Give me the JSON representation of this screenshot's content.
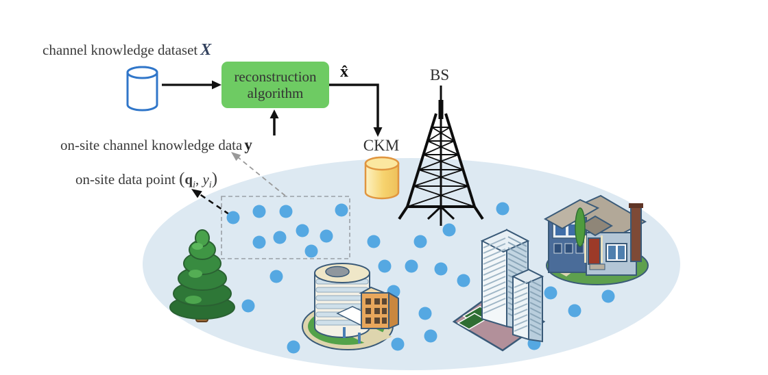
{
  "labels": {
    "dataset": {
      "prefix": "channel knowledge dataset",
      "symbol": "X"
    },
    "algorithm_box": {
      "line1": "reconstruction",
      "line2": "algorithm"
    },
    "output_symbol": "x̂",
    "ckm": "CKM",
    "bs": "BS",
    "onsite_data": {
      "prefix": "on-site channel knowledge data",
      "symbol": "y"
    },
    "onsite_point": {
      "prefix": "on-site data point",
      "open": "(",
      "q": "q",
      "q_sub": "i",
      "comma": ", ",
      "y": "y",
      "y_sub": "i",
      "close": ")"
    }
  },
  "colors": {
    "ground_ellipse": "#dde9f2",
    "data_point": "#55a8e2",
    "algorithm_box_fill": "#6ecb63",
    "algorithm_box_text": "#333333",
    "dataset_db_stroke": "#3076c9",
    "ckm_db_fill": "#f6d36e",
    "ckm_db_stroke": "#e0953f",
    "arrow": "#111111",
    "dashed_annotation": "#999999",
    "text": "#3a3a3a"
  },
  "scene": {
    "data_point_radius": 9.5,
    "data_points": [
      [
        340,
        318
      ],
      [
        378,
        309
      ],
      [
        417,
        309
      ],
      [
        498,
        307
      ],
      [
        441,
        337
      ],
      [
        408,
        347
      ],
      [
        476,
        345
      ],
      [
        378,
        354
      ],
      [
        454,
        367
      ],
      [
        403,
        404
      ],
      [
        362,
        447
      ],
      [
        428,
        507
      ],
      [
        545,
        353
      ],
      [
        613,
        353
      ],
      [
        655,
        336
      ],
      [
        561,
        389
      ],
      [
        600,
        389
      ],
      [
        643,
        393
      ],
      [
        676,
        410
      ],
      [
        574,
        426
      ],
      [
        620,
        458
      ],
      [
        628,
        491
      ],
      [
        580,
        503
      ],
      [
        733,
        305
      ],
      [
        803,
        428
      ],
      [
        887,
        433
      ],
      [
        838,
        454
      ],
      [
        779,
        502
      ]
    ]
  }
}
